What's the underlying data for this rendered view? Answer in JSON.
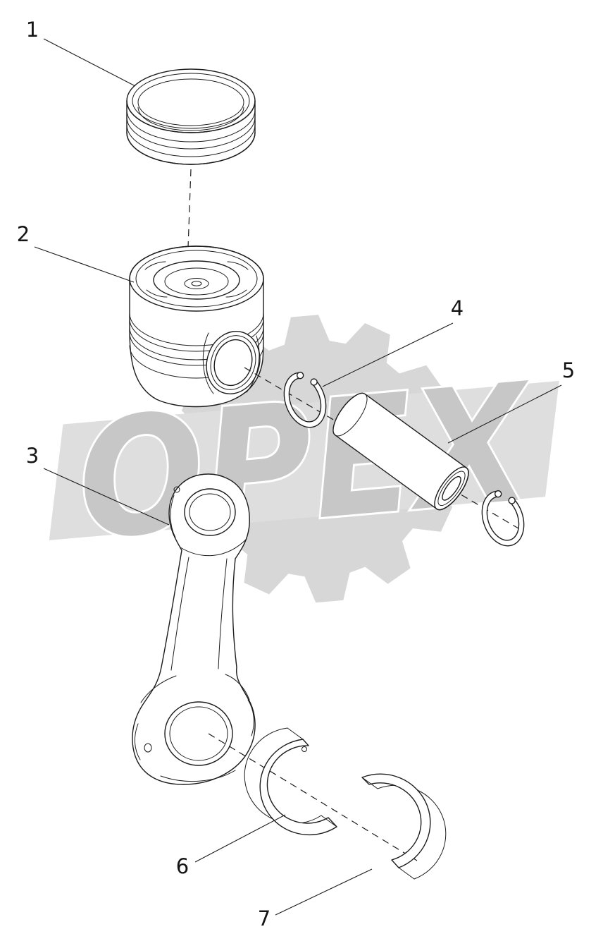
{
  "page": {
    "background_color": "#ffffff",
    "line_color": "#1c1c1c"
  },
  "watermark": {
    "text": "OPEX",
    "band_color": "#dedede",
    "gear_color": "#d7d7d7",
    "text_color": "#c7c7c7"
  },
  "callouts": {
    "labels": [
      "1",
      "2",
      "3",
      "4",
      "5",
      "6",
      "7"
    ]
  }
}
